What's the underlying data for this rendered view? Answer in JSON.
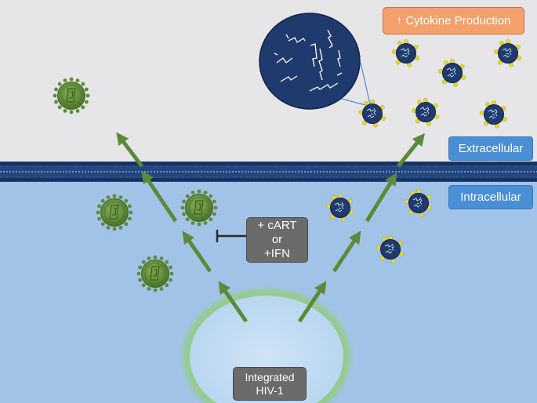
{
  "labels": {
    "cytokine": "↑ Cytokine Production",
    "extracellular": "Extracellular",
    "intracellular": "Intracellular",
    "inhibitor_line1": "+ cART",
    "inhibitor_line2": "or",
    "inhibitor_line3": "+IFN",
    "nucleus_line1": "Integrated",
    "nucleus_line2": "HIV-1"
  },
  "colors": {
    "extracellular_bg": "#e6e5e8",
    "intracellular_bg": "#a2c3e8",
    "membrane": "#1f3f74",
    "arrow": "#5d8a3a",
    "virion_green": "#5e8b36",
    "particle_navy": "#1f3a6d",
    "particle_yellow": "#e7d82c",
    "nucleus_fill": "#c5dcf2",
    "nucleus_glow": "#8fcf6f"
  },
  "icons": [
    "hiv-virion-icon",
    "immunogenic-particle-icon",
    "inhibition-t-bar-icon"
  ]
}
